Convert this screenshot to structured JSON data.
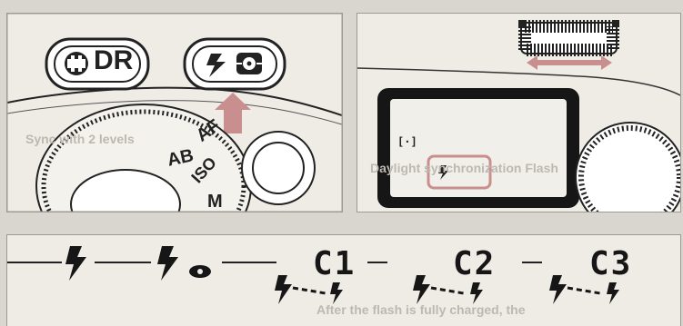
{
  "top_left_panel": {
    "button_left": {
      "label": "DR"
    },
    "button_right": {
      "icon": "flash-bolt-icon"
    },
    "mode_dial_labels": [
      "AF",
      "AB",
      "ISO",
      "M"
    ]
  },
  "top_right_panel": {
    "lcd_indicator": "[·]",
    "highlight_icon": "flash-bolt-icon"
  },
  "bottom_panel": {
    "modes": [
      {
        "label": "",
        "icon": "flash-bolt-icon"
      },
      {
        "label": "",
        "icon": "flash-redeye-icon"
      },
      {
        "label": "C1",
        "icon": "flash-commander-icon"
      },
      {
        "label": "C2",
        "icon": "flash-commander-icon"
      },
      {
        "label": "C3",
        "icon": "flash-commander-icon"
      }
    ]
  },
  "background_text": [
    "Sync with 2 levels",
    "Daylight synchronization Flash",
    "After the flash is fully charged, the"
  ],
  "colors": {
    "page": "#d9d6cf",
    "panel": "#efece6",
    "accent": "#c98f8f",
    "ink": "#161616"
  }
}
